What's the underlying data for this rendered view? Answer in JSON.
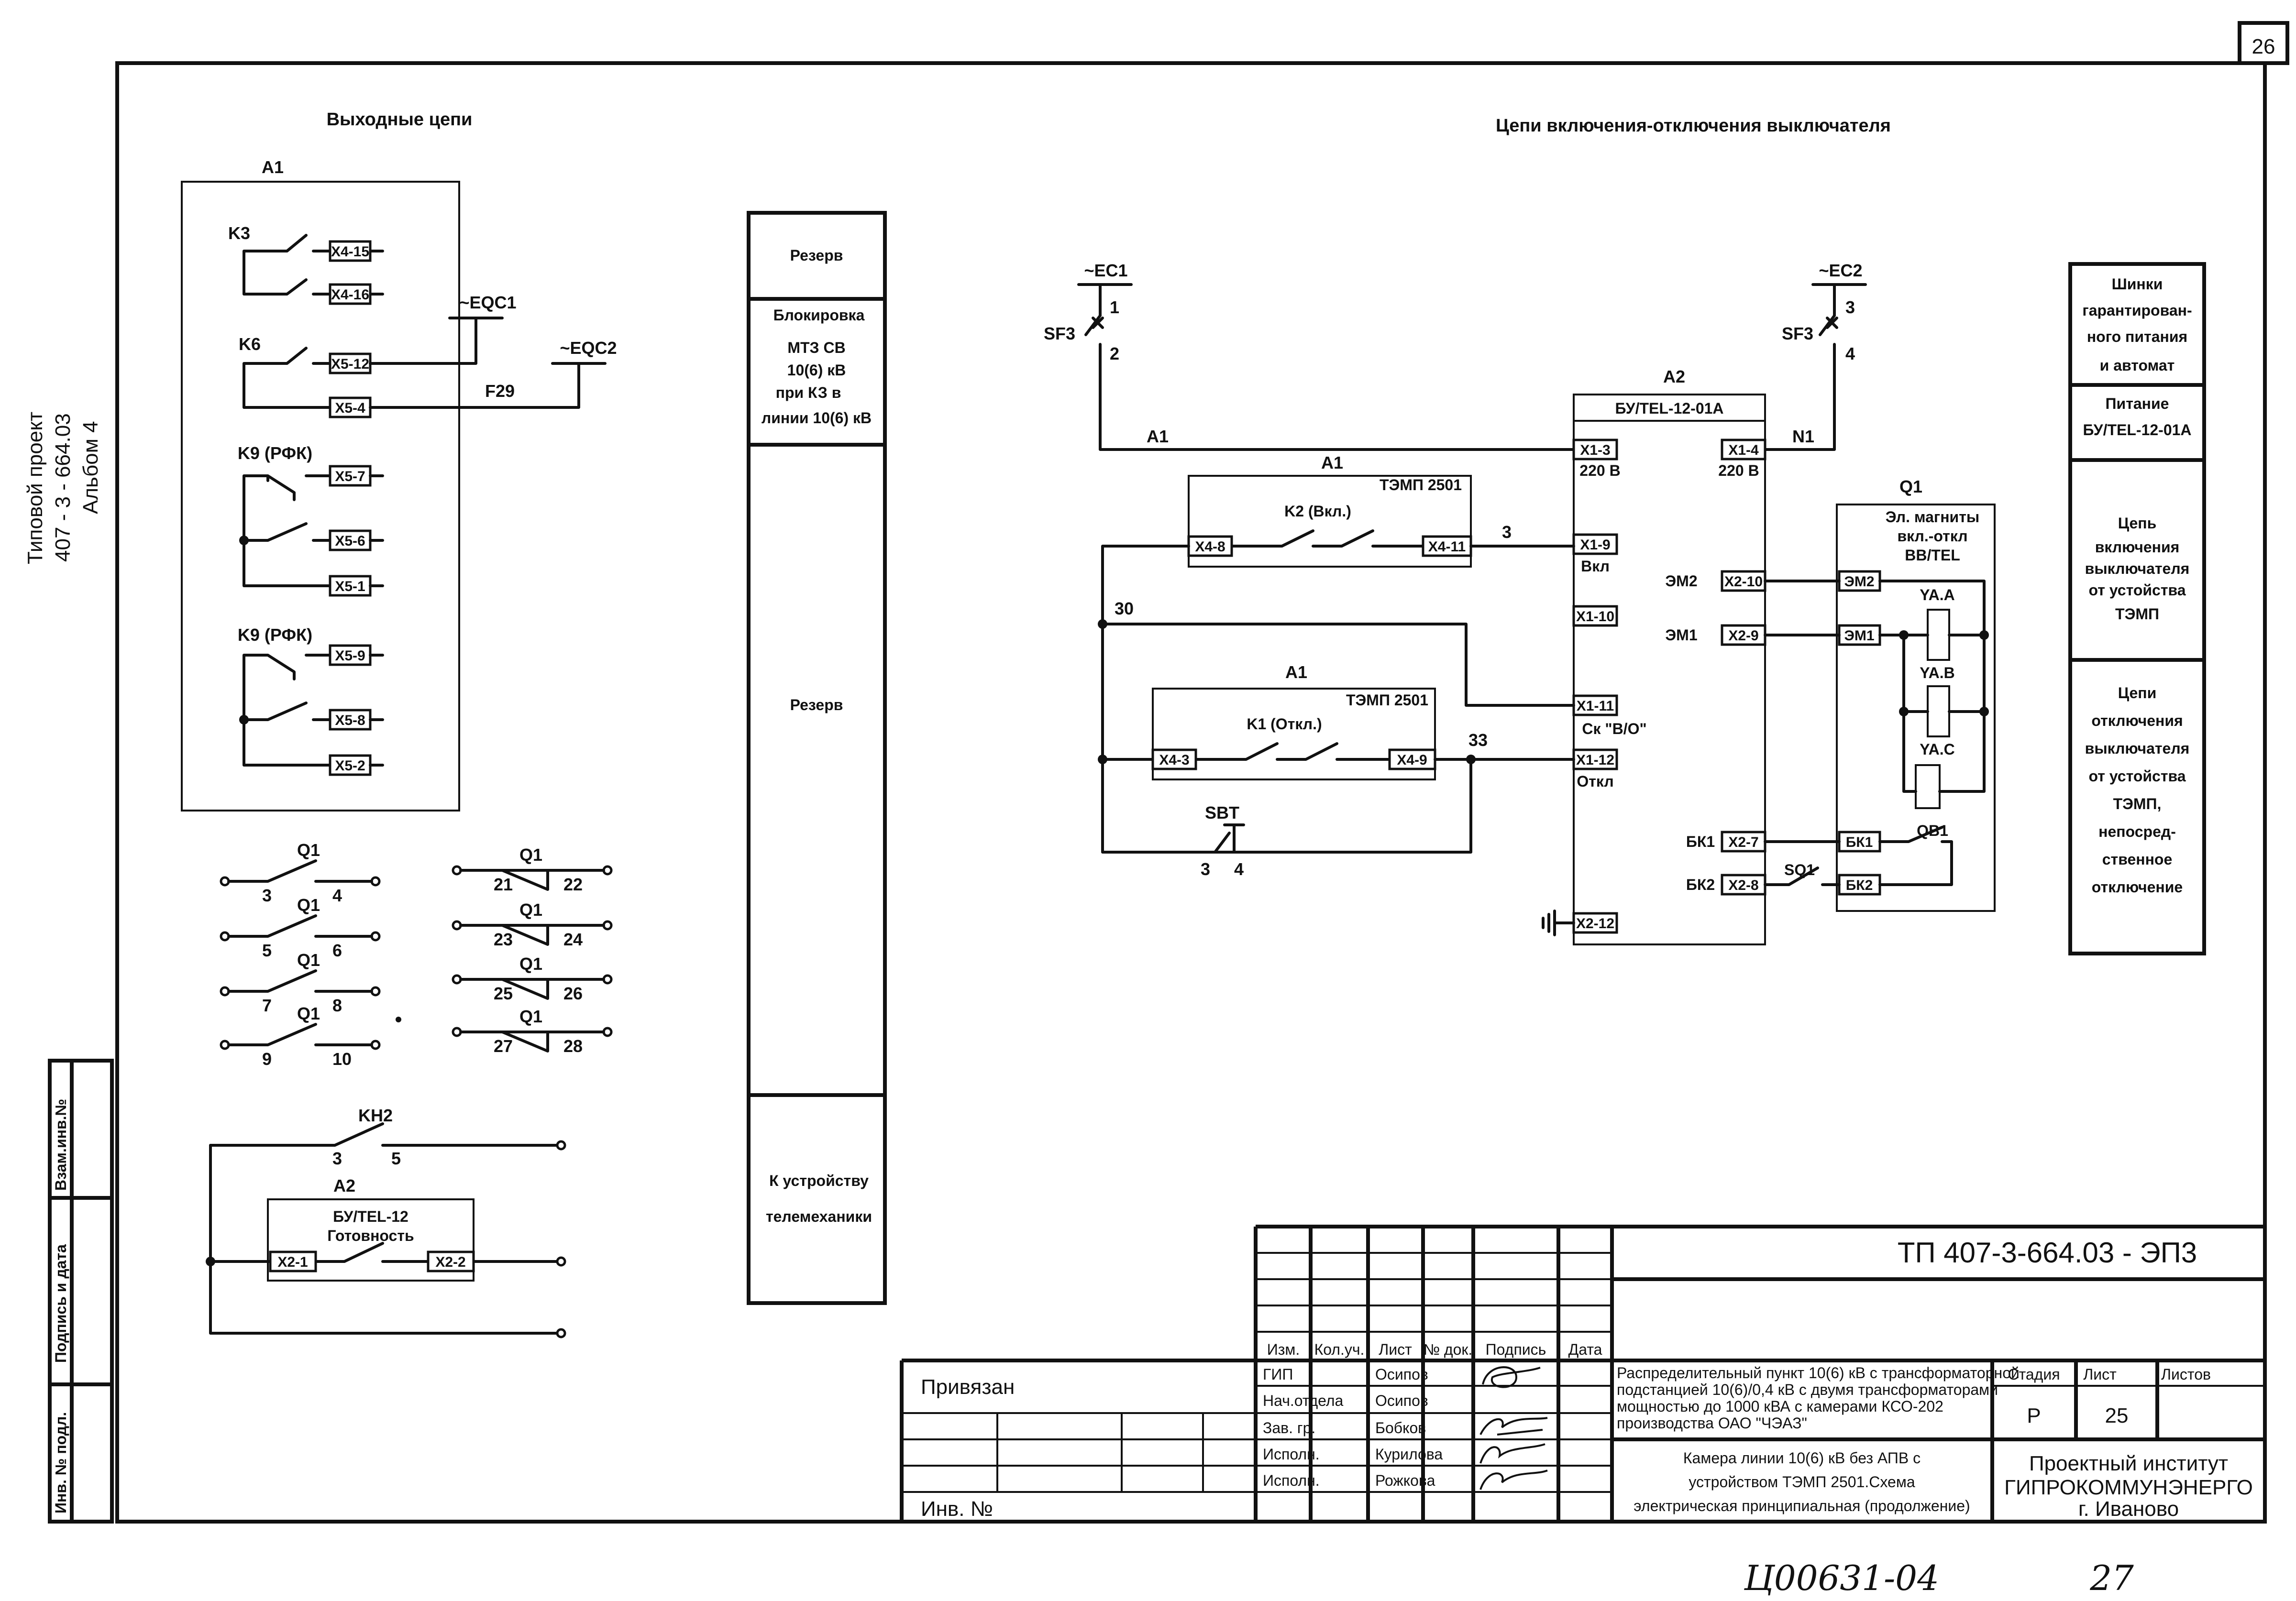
{
  "sheet_number": "26",
  "side_stamp": {
    "line1": "Типовой проект",
    "line2": "407 - 3 - 664.03",
    "line3": "Альбом 4"
  },
  "left_strip": {
    "vzam": "Взам.инв.№",
    "podpis": "Подпись и дата",
    "inv": "Инв. № подл."
  },
  "titles": {
    "left": "Выходные цепи",
    "right": "Цепи включения-отключения выключателя"
  },
  "output_circuits": {
    "block": "A1",
    "k3": "K3",
    "k6": "K6",
    "k9a": "K9 (РФК)",
    "k9b": "K9 (РФК)",
    "terms": [
      "X4-15",
      "X4-16",
      "X5-12",
      "X5-4",
      "X5-7",
      "X5-6",
      "X5-1",
      "X5-9",
      "X5-8",
      "X5-2"
    ],
    "eqc1": "~EQC1",
    "eqc2": "~EQC2",
    "f29": "F29"
  },
  "q1_contacts": {
    "name": "Q1",
    "nums_left": [
      "3",
      "4",
      "5",
      "6",
      "7",
      "8",
      "9",
      "10"
    ],
    "nums_right": [
      "21",
      "22",
      "23",
      "24",
      "25",
      "26",
      "27",
      "28"
    ]
  },
  "kh2": {
    "name": "KH2",
    "n1": "3",
    "n2": "5",
    "a2": "A2",
    "dev": "БУ/TEL-12",
    "ready": "Готовность",
    "x21": "X2-1",
    "x22": "X2-2"
  },
  "middle_column": {
    "r1": "Резерв",
    "r2": [
      "Блокировка",
      "МТЗ СВ",
      "10(6) кВ",
      "при КЗ в",
      "линии 10(6) кВ"
    ],
    "r3": "Резерв",
    "r4": [
      "К устройству",
      "телемеханики"
    ]
  },
  "control": {
    "ec1": "~EC1",
    "ec2": "~EC2",
    "sf3a": "SF3",
    "sf3b": "SF3",
    "n_1": "1",
    "n_2": "2",
    "n_3": "3",
    "n_4": "4",
    "a1_wire": "A1",
    "n1_wire": "N1",
    "a2": "A2",
    "bu": "БУ/TEL-12-01A",
    "x13": "X1-3",
    "v220a": "220 В",
    "x14": "X1-4",
    "v220b": "220 В",
    "x19": "X1-9",
    "vkl": "Вкл",
    "x110": "X1-10",
    "x111": "X1-11",
    "sk": "Ск \"В/О\"",
    "x112": "X1-12",
    "otkl": "Откл",
    "x212": "X2-12",
    "x210": "X2-10",
    "x29": "X2-9",
    "x27": "X2-7",
    "x28": "X2-8",
    "em2": "ЭМ2",
    "em1": "ЭМ1",
    "bk1": "БК1",
    "bk2": "БК2",
    "a1top": "A1",
    "temp1": "ТЭМП 2501",
    "k2": "K2 (Вкл.)",
    "x48": "X4-8",
    "x411": "X4-11",
    "w3": "3",
    "w30": "30",
    "a1bot": "A1",
    "temp2": "ТЭМП 2501",
    "k1": "K1 (Откл.)",
    "x43": "X4-3",
    "x49": "X4-9",
    "w33": "33",
    "sbt": "SBT",
    "sbt3": "3",
    "sbt4": "4"
  },
  "q1_box": {
    "name": "Q1",
    "l1": "Эл. магниты",
    "l2": "вкл.-откл",
    "l3": "BB/TEL",
    "em2": "ЭМ2",
    "em1": "ЭМ1",
    "bk1": "БК1",
    "bk2": "БК2",
    "yaa": "YA.A",
    "yab": "YA.B",
    "yac": "YA.C",
    "qb1": "QB1",
    "sq1": "SQ1"
  },
  "right_column": {
    "c1": [
      "Шинки",
      "гарантирован-",
      "ного питания",
      "и автомат"
    ],
    "c2": [
      "Питание",
      "БУ/TEL-12-01A"
    ],
    "c3": [
      "Цепь",
      "включения",
      "выключателя",
      "от устойства",
      "ТЭМП"
    ],
    "c4": [
      "Цепи",
      "отключения",
      "выключателя",
      "от устойства",
      "ТЭМП,",
      "непосред-",
      "ственное",
      "отключение"
    ]
  },
  "title_block": {
    "code": "ТП 407-3-664.03 - ЭП3",
    "hdr": [
      "Изм.",
      "Кол.уч.",
      "Лист",
      "№ док.",
      "Подпись",
      "Дата"
    ],
    "roles": [
      "ГИП",
      "Нач.отдела",
      "Зав. гр.",
      "Исполн.",
      "Исполн."
    ],
    "names": [
      "Осипов",
      "Осипов",
      "Бобков",
      "Курилова",
      "Рожкова"
    ],
    "desc": [
      "Распределительный пункт 10(6) кВ с трансформаторной",
      "подстанцией 10(6)/0,4 кВ с двумя трансформаторами",
      "мощностью до 1000 кВА с камерами КСО-202",
      "производства ОАО \"ЧЭАЗ\""
    ],
    "sheet_title": [
      "Камера линии 10(6) кВ без АПВ с",
      "устройством ТЭМП 2501.Схема",
      "электрическая принципиальная (продолжение)"
    ],
    "stadia": "Стадия",
    "list": "Лист",
    "listov": "Листов",
    "stadia_val": "Р",
    "list_val": "25",
    "org": [
      "Проектный институт",
      "ГИПРОКОММУНЭНЕРГО",
      "г. Иваново"
    ],
    "privyazan": "Привязан",
    "inv": "Инв. №"
  },
  "handwritten": {
    "code": "Ц00631-04",
    "num": "27"
  }
}
